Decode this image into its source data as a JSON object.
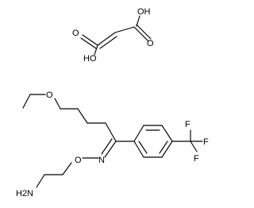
{
  "molecule": {
    "fumaric_acid": {
      "oh_top": "OH",
      "o_left": "O",
      "oh_left": "HO",
      "o_right": "O"
    },
    "drug": {
      "o_ether": "O",
      "n_oxime": "N",
      "o_oxime": "O",
      "nh2": "H2N",
      "f_top": "F",
      "f_right": "F",
      "f_bottom": "F"
    }
  }
}
